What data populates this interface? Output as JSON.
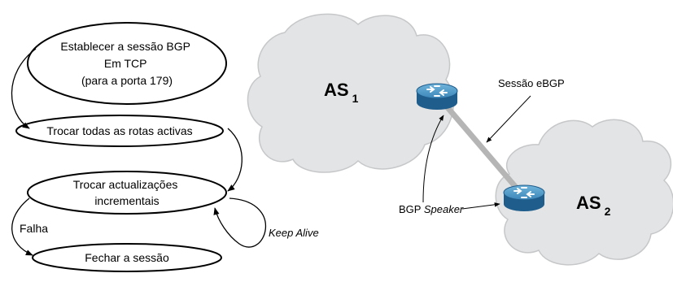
{
  "state_machine": {
    "steps": [
      {
        "lines": [
          "Establecer a sessão BGP",
          "Em TCP",
          "(para a porta 179)"
        ]
      },
      {
        "lines": [
          "Trocar todas as rotas activas"
        ]
      },
      {
        "lines": [
          "Trocar actualizações",
          "incrementais"
        ]
      },
      {
        "lines": [
          "Fechar a sessão"
        ]
      }
    ],
    "failure_label": "Falha",
    "keepalive_label": "Keep Alive"
  },
  "network": {
    "as1": {
      "name": "AS",
      "subscript": "1"
    },
    "as2": {
      "name": "AS",
      "subscript": "2"
    },
    "session_label": "Sessão eBGP",
    "speaker_label_prefix": "BGP ",
    "speaker_label_italic": "Speaker"
  },
  "colors": {
    "cloud_fill": "#e3e4e5",
    "cloud_stroke": "#c6c7c9",
    "router_top": "#4a98c4",
    "router_side": "#1f5d8c",
    "link": "#b5b5b5"
  }
}
